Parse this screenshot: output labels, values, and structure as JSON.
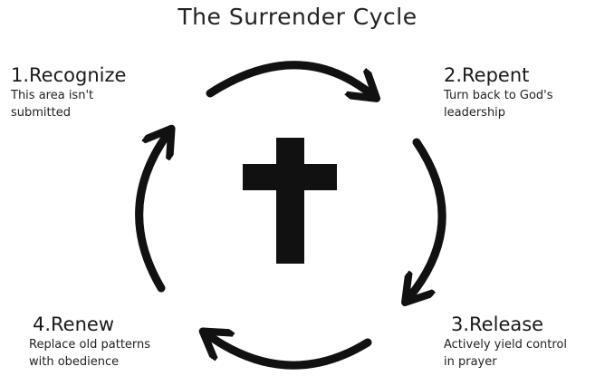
{
  "title": "The Surrender Cycle",
  "colors": {
    "ink": "#111111",
    "background": "#ffffff"
  },
  "center_icon": "cross-icon",
  "steps": [
    {
      "heading": "1.Recognize",
      "desc_lines": [
        "This area isn't",
        "submitted"
      ]
    },
    {
      "heading": "2.Repent",
      "desc_lines": [
        "Turn back to God's",
        "leadership"
      ]
    },
    {
      "heading": "3.Release",
      "desc_lines": [
        "Actively yield control",
        " in prayer"
      ]
    },
    {
      "heading": "4.Renew",
      "desc_lines": [
        "Replace old patterns",
        "with obedience"
      ]
    }
  ]
}
